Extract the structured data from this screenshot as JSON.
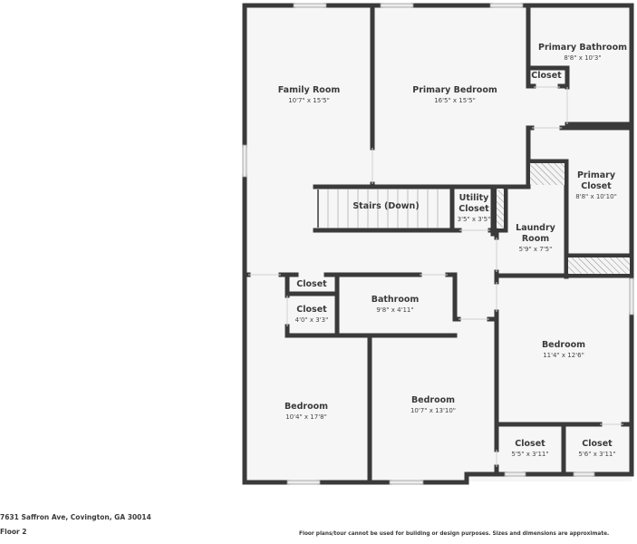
{
  "footer": {
    "address": "7631 Saffron Ave, Covington, GA 30014",
    "floor": "Floor 2",
    "disclaimer": "Floor plans/tour cannot be used for building or design purposes. Sizes and dimensions are approximate."
  },
  "colors": {
    "wall": "#3a3a3a",
    "floor_fill": "#f6f6f6",
    "window": "#e8e8e8",
    "background": "#ffffff"
  },
  "rooms": {
    "family_room": {
      "name": "Family Room",
      "dim": "10'7\" x 15'5\""
    },
    "primary_bedroom": {
      "name": "Primary Bedroom",
      "dim": "16'5\" x 15'5\""
    },
    "primary_bathroom": {
      "name": "Primary Bathroom",
      "dim": "8'8\" x 10'3\""
    },
    "primary_bath_closet": {
      "name": "Closet"
    },
    "primary_closet": {
      "name": "Primary Closet",
      "dim": "8'8\" x 10'10\""
    },
    "stairs": {
      "name": "Stairs (Down)"
    },
    "utility_closet": {
      "name": "Utility Closet",
      "dim": "3'5\" x 3'5\""
    },
    "laundry_room": {
      "name": "Laundry Room",
      "dim": "5'9\" x 7'5\""
    },
    "hall_closet_top": {
      "name": "Closet"
    },
    "hall_closet": {
      "name": "Closet",
      "dim": "4'0\" x 3'3\""
    },
    "bathroom": {
      "name": "Bathroom",
      "dim": "9'8\" x 4'11\""
    },
    "bedroom_left": {
      "name": "Bedroom",
      "dim": "10'4\" x 17'8\""
    },
    "bedroom_middle": {
      "name": "Bedroom",
      "dim": "10'7\" x 13'10\""
    },
    "bedroom_right": {
      "name": "Bedroom",
      "dim": "11'4\" x 12'6\""
    },
    "closet_bottom_left": {
      "name": "Closet",
      "dim": "5'5\" x 3'11\""
    },
    "closet_bottom_right": {
      "name": "Closet",
      "dim": "5'6\" x 3'11\""
    }
  }
}
